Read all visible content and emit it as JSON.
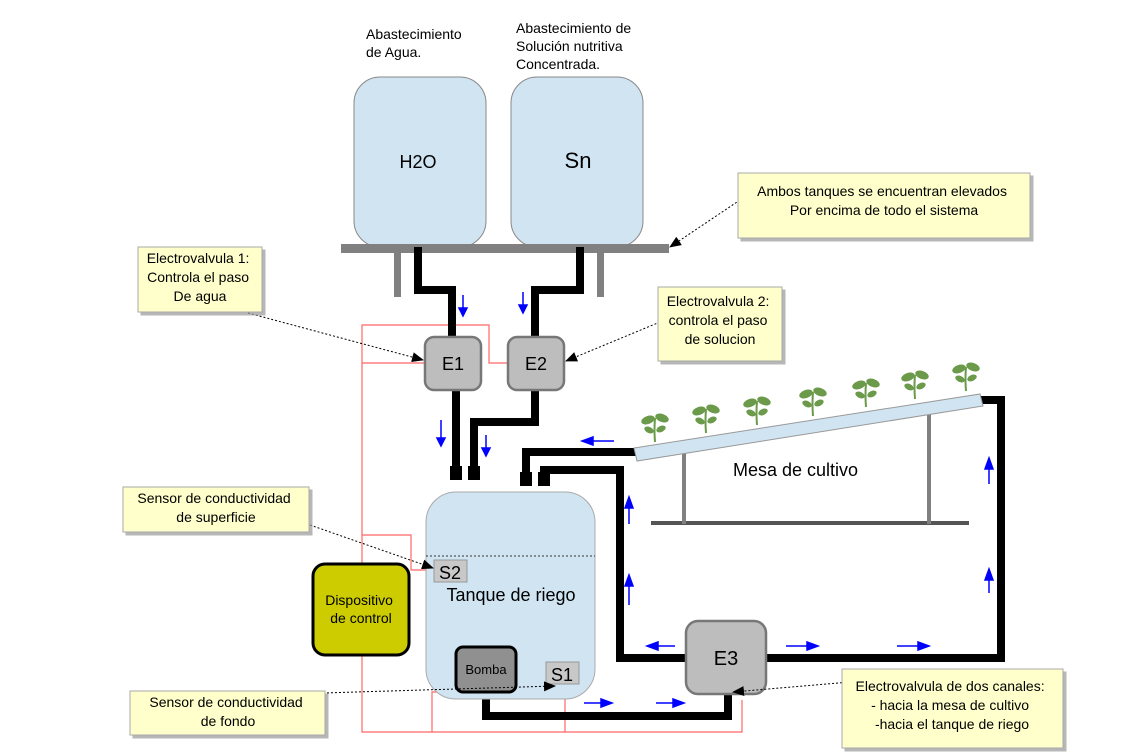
{
  "labels": {
    "water_supply": [
      "Abastecimiento",
      "de Agua."
    ],
    "solution_supply": [
      "Abastecimiento de",
      "Solución nutritiva",
      "Concentrada."
    ]
  },
  "tanks": {
    "water": "H2O",
    "solution": "Sn",
    "irrigation": "Tanque de riego"
  },
  "valves": {
    "e1": "E1",
    "e2": "E2",
    "e3": "E3"
  },
  "sensors": {
    "s1": "S1",
    "s2": "S2"
  },
  "pump": "Bomba",
  "controller": [
    "Dispositivo",
    "de control"
  ],
  "table": "Mesa de cultivo",
  "notes": {
    "elevated": [
      "Ambos tanques se encuentran elevados",
      "Por encima de todo el sistema"
    ],
    "e1": [
      "Electrovalvula 1:",
      "Controla el paso",
      "De agua"
    ],
    "e2": [
      "Electrovalvula 2:",
      "controla el paso",
      "de solucion"
    ],
    "surface_sensor": [
      "Sensor de conductividad",
      "de superficie"
    ],
    "bottom_sensor": [
      "Sensor de conductividad",
      "de fondo"
    ],
    "e3": [
      "Electrovalvula de dos canales:",
      "- hacia la mesa de cultivo",
      "-hacia el tanque de riego"
    ]
  },
  "colors": {
    "tank_fill": "#d0e4f2",
    "valve_fill": "#bdbdbd",
    "controller_fill": "#cccc00",
    "note_fill": "#ffffcc",
    "wire": "#ff6666",
    "arrow": "#0000ff",
    "plant": "#6a9a4a"
  }
}
